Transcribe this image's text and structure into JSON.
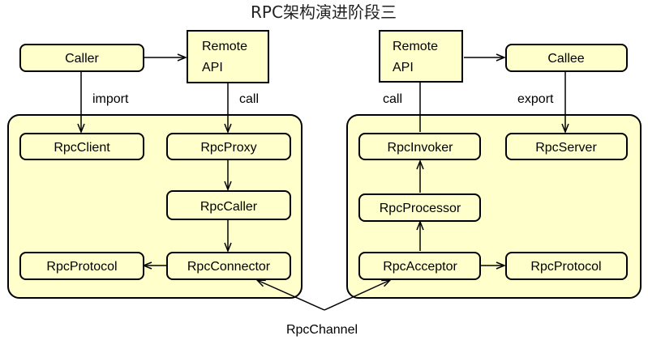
{
  "title": "RPC架构演进阶段三",
  "colors": {
    "box_fill": "#ffffcc",
    "stroke": "#000000",
    "background": "#ffffff"
  },
  "nodes": {
    "caller": "Caller",
    "remote_api_left_line1": "Remote",
    "remote_api_left_line2": "API",
    "rpc_client": "RpcClient",
    "rpc_proxy": "RpcProxy",
    "rpc_caller": "RpcCaller",
    "rpc_protocol_left": "RpcProtocol",
    "rpc_connector": "RpcConnector",
    "remote_api_right_line1": "Remote",
    "remote_api_right_line2": "API",
    "callee": "Callee",
    "rpc_invoker": "RpcInvoker",
    "rpc_server": "RpcServer",
    "rpc_processor": "RpcProcessor",
    "rpc_acceptor": "RpcAcceptor",
    "rpc_protocol_right": "RpcProtocol"
  },
  "edge_labels": {
    "import": "import",
    "call_left": "call",
    "call_right": "call",
    "export": "export",
    "channel": "RpcChannel"
  }
}
